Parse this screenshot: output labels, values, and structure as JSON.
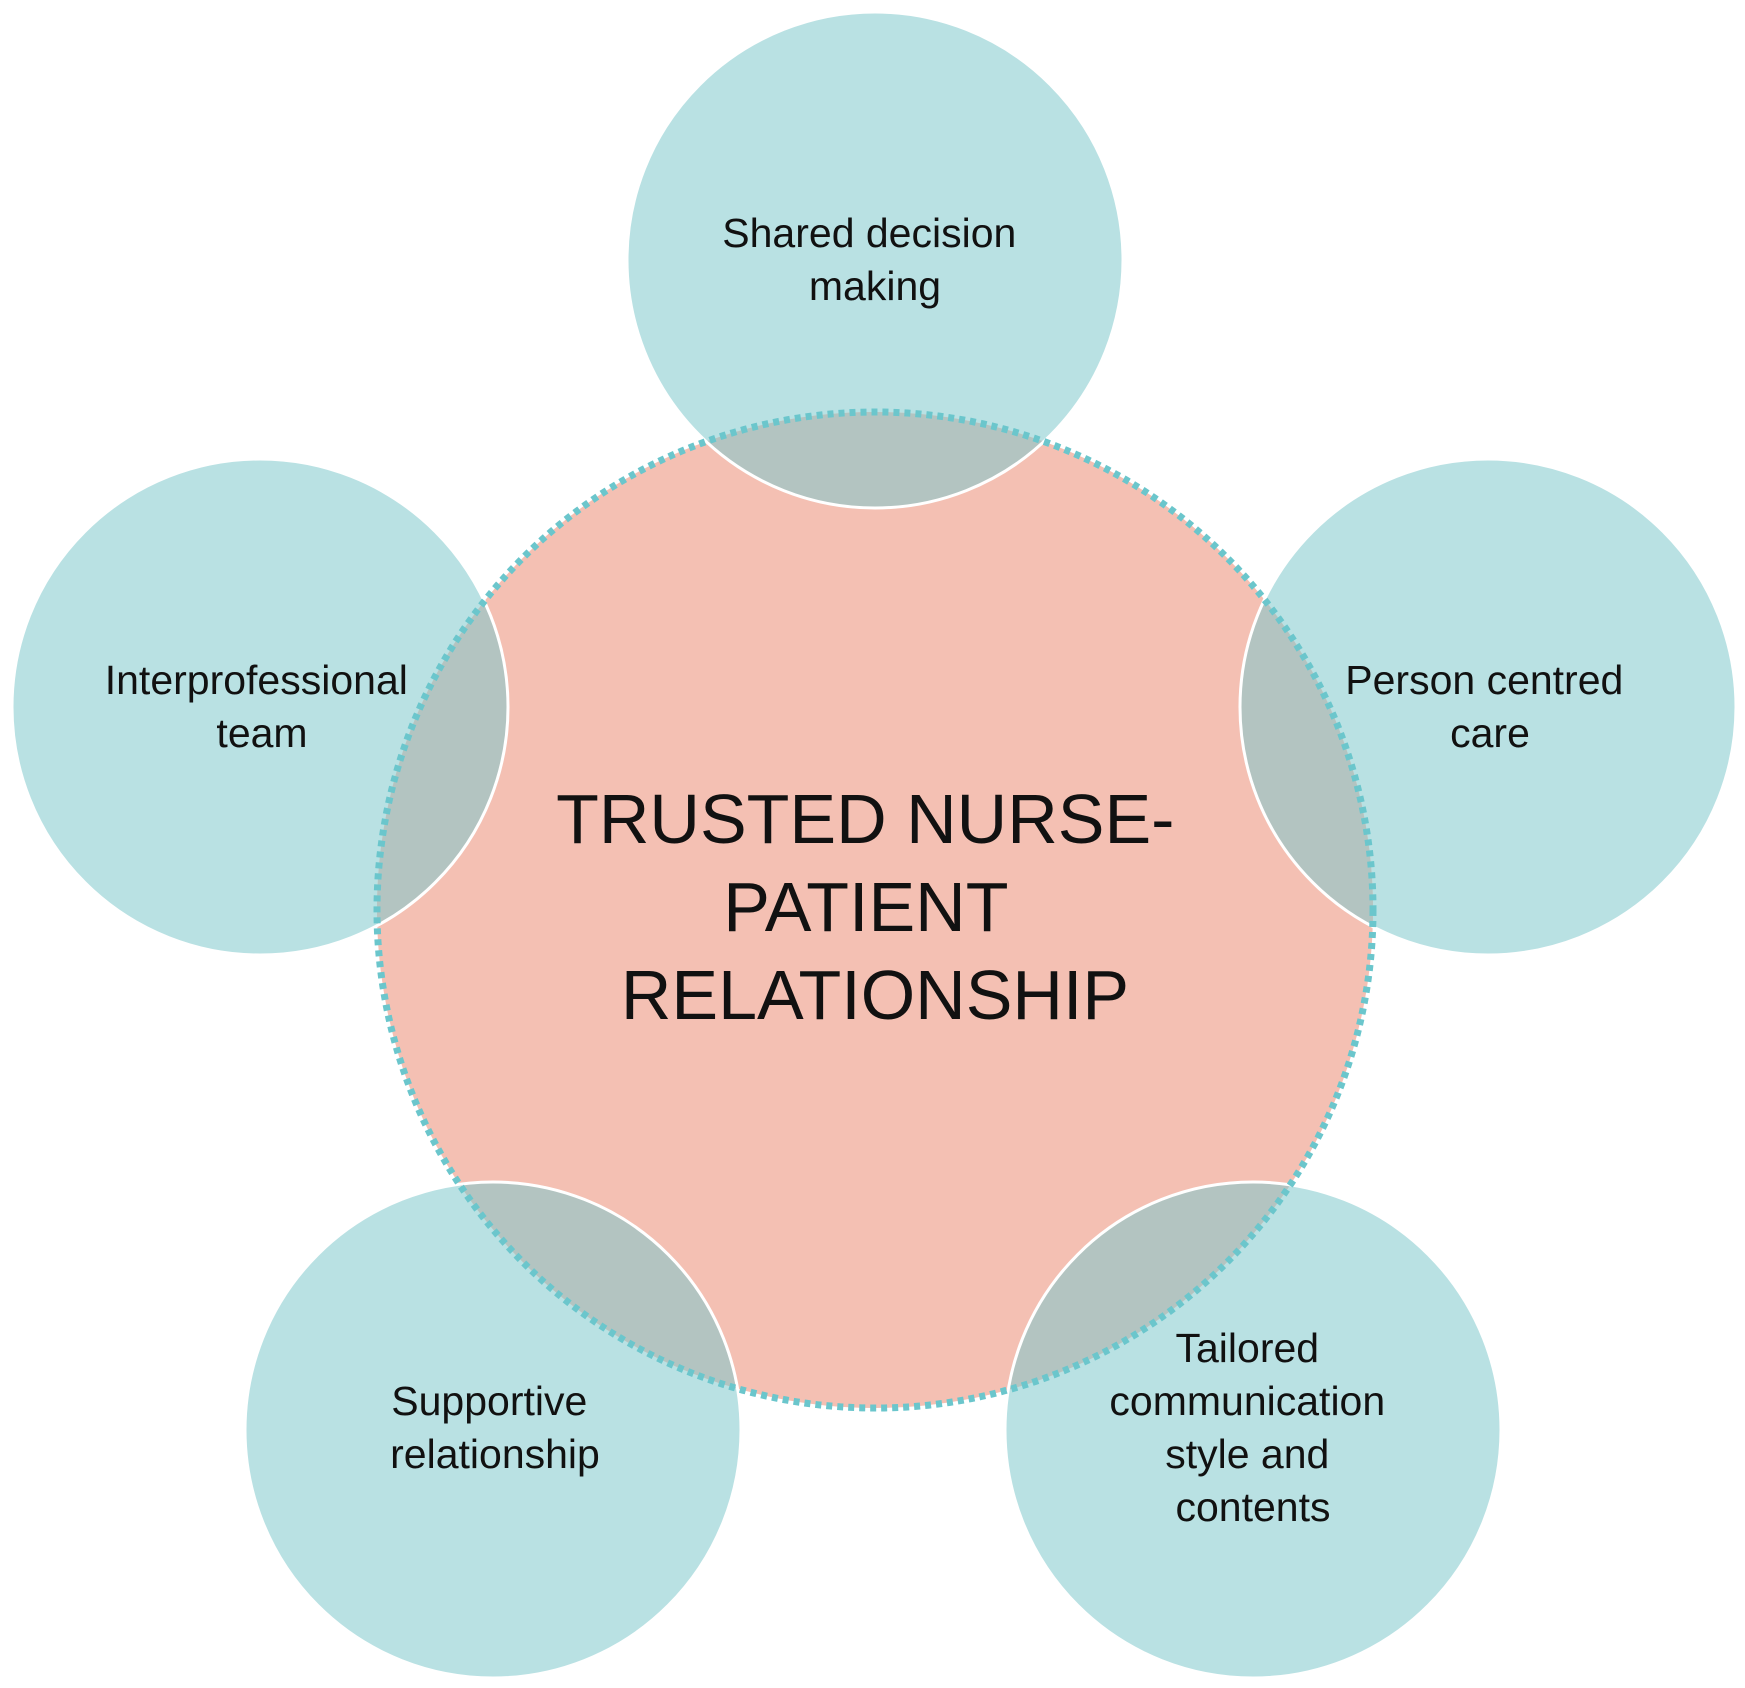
{
  "colors": {
    "background": "#ffffff",
    "center_fill": "#f4c0b3",
    "outer_fill": "#b9e1e3",
    "overlap_fill": "#b3c4c1",
    "center_dash_stroke": "#6bc6cc",
    "outer_outline": "#ffffff",
    "text": "#111111"
  },
  "center": {
    "lines": [
      "TRUSTED NURSE-",
      "PATIENT",
      "RELATIONSHIP"
    ]
  },
  "nodes": [
    {
      "id": "shared-decision-making",
      "lines": [
        "Shared decision",
        "making"
      ]
    },
    {
      "id": "person-centred-care",
      "lines": [
        "Person centred",
        "care"
      ]
    },
    {
      "id": "tailored-communication",
      "lines": [
        "Tailored",
        "communication",
        "style and",
        "contents"
      ]
    },
    {
      "id": "supportive-relationship",
      "lines": [
        "Supportive",
        "relationship"
      ]
    },
    {
      "id": "interprofessional-team",
      "lines": [
        "Interprofessional",
        "team"
      ]
    }
  ]
}
